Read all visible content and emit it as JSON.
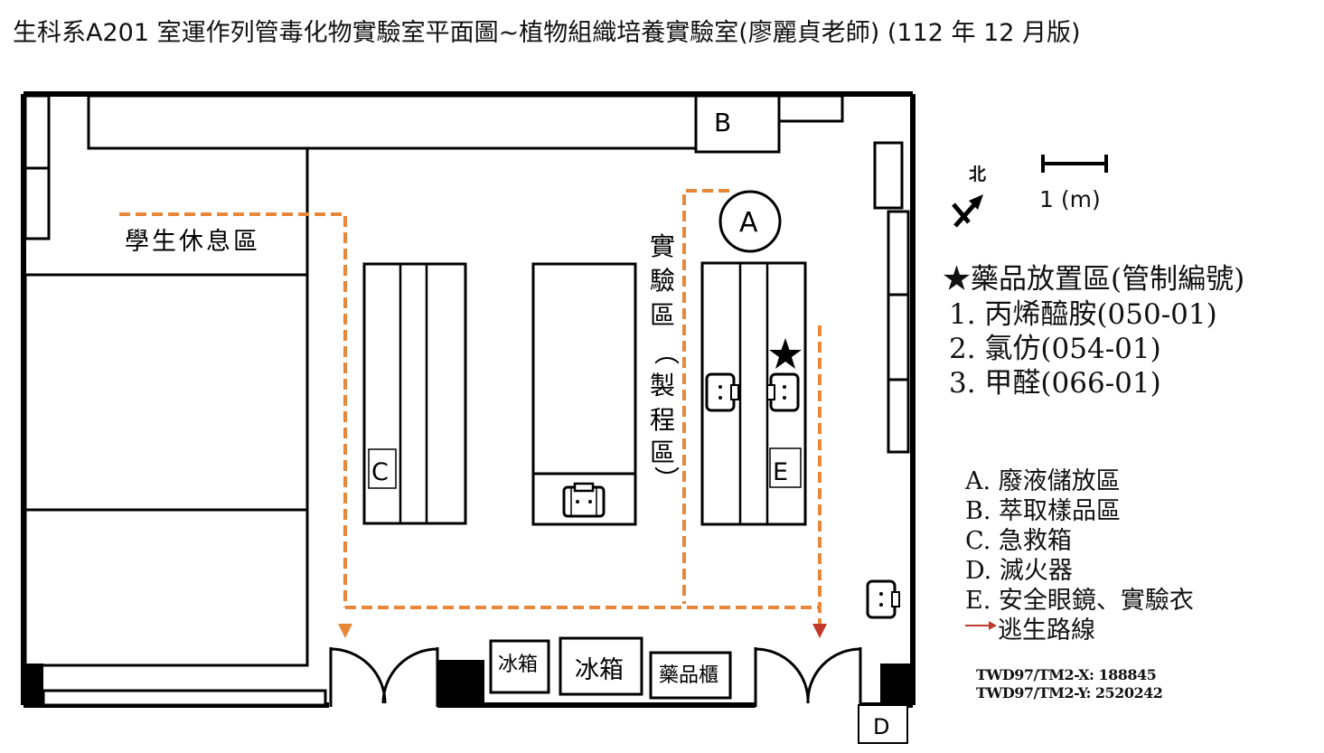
{
  "title": "生科系A201 室運作列管毒化物實驗室平面圖~植物組織培養實驗室(廖麗貞老師) (112 年 12 月版)",
  "plan": {
    "lounge_label": "學生休息區",
    "lab_area_label": "實驗區（製程區）",
    "lab_area_chars": [
      "實",
      "驗",
      "區",
      "︵",
      "製",
      "程",
      "區",
      "︶"
    ],
    "markers": {
      "A": "A",
      "B": "B",
      "C": "C",
      "D": "D",
      "E": "E"
    },
    "fridge_small": "冰箱",
    "fridge_large": "冰箱",
    "chem_cabinet": "藥品櫃"
  },
  "compass": {
    "north_label": "北"
  },
  "scale": {
    "label": "1 (m)"
  },
  "chemicals": {
    "heading": "★藥品放置區(管制編號)",
    "items": [
      "1. 丙烯醯胺(050-01)",
      "2. 氯仿(054-01)",
      "3. 甲醛(066-01)"
    ]
  },
  "key": [
    "A. 廢液儲放區",
    "B. 萃取樣品區",
    "C. 急救箱",
    "D. 滅火器",
    "E. 安全眼鏡、實驗衣",
    "逃生路線"
  ],
  "coordinates": {
    "x": "TWD97/TM2-X: 188845",
    "y": "TWD97/TM2-Y: 2520242"
  },
  "colors": {
    "escape_route": "#e8873a",
    "escape_arrow_red": "#c0392b",
    "walls": "#000000"
  }
}
